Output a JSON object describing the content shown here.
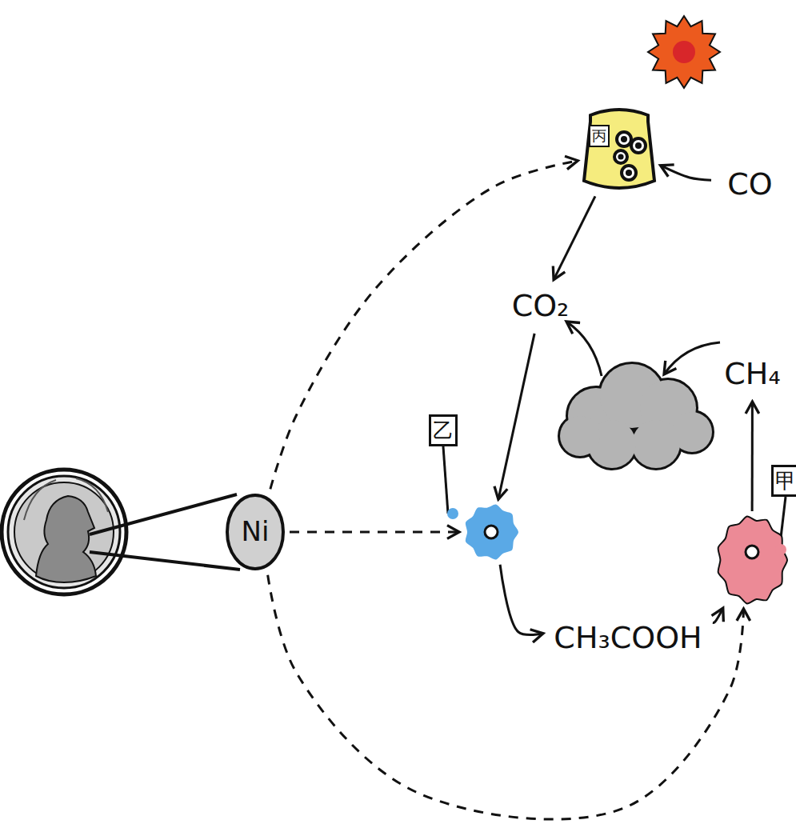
{
  "diagram": {
    "nodes": [
      {
        "text": [
          "Ni"
        ]
      },
      {
        "text": [
          "丙"
        ]
      },
      {
        "text": [
          "CO"
        ]
      },
      {
        "text": [
          "CO₂"
        ]
      },
      {
        "text": [
          "CH₄"
        ]
      },
      {
        "text": [
          "乙"
        ]
      },
      {
        "text": [
          "甲"
        ]
      },
      {
        "text": [
          "CH₃COOH"
        ]
      }
    ],
    "edges": [
      {
        "from": 0,
        "to": 1,
        "arrow": "to"
      },
      {
        "from": 0,
        "to": 5,
        "arrow": "to"
      },
      {
        "from": 0,
        "to": 6,
        "arrow": "to"
      },
      {
        "from": 2,
        "to": 1,
        "arrow": "to"
      },
      {
        "from": 1,
        "to": 3,
        "arrow": "to"
      },
      {
        "from": 3,
        "to": 5,
        "arrow": "to"
      },
      {
        "from": 5,
        "to": 7,
        "arrow": "to"
      },
      {
        "from": 7,
        "to": 6,
        "arrow": "to"
      },
      {
        "from": 6,
        "to": 4,
        "arrow": "to"
      }
    ]
  }
}
